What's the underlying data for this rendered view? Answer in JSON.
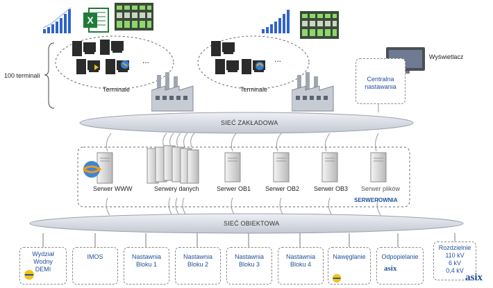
{
  "left_label": "100 terminali",
  "terminals": [
    {
      "label": "Terminale",
      "ellipsis": "..."
    },
    {
      "label": "Terminale",
      "ellipsis": "..."
    }
  ],
  "display": {
    "label": "Wyświetlacz",
    "box_label": "Centralna\nnastawania"
  },
  "network_top": "SIEĆ ZAKŁADOWA",
  "network_bottom": "SIEĆ OBIEKTOWA",
  "server_room": {
    "label": "SERWEROWNIA",
    "servers": [
      "Serwer WWW",
      "Serwery danych",
      "Serwer OB1",
      "Serwer OB2",
      "Serwer OB3",
      "Serwer plików"
    ]
  },
  "bottom_units": [
    {
      "label": "Wydział\nWodny\nDEMI"
    },
    {
      "label": "IMOS"
    },
    {
      "label": "Nastawnia\nBloku 1"
    },
    {
      "label": "Nastawnia\nBloku 2"
    },
    {
      "label": "Nastawnia\nBloku 3"
    },
    {
      "label": "Nastawnia\nBloku 4"
    },
    {
      "label": "Nawęglanie"
    },
    {
      "label": "Odpopielanie"
    },
    {
      "label": "Rozdzielnie\n110 kV\n6 kV\n0,4 kV"
    }
  ],
  "logos": {
    "small": "asix",
    "large": "asix"
  },
  "colors": {
    "network_fill": "#d7dae2",
    "accent_blue": "#1f4e9a",
    "chart_blue": "#2f63c9",
    "excel_green": "#1e7b3a"
  }
}
